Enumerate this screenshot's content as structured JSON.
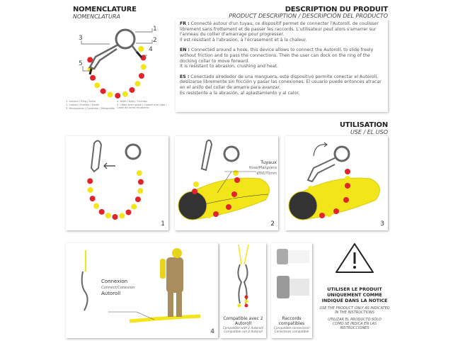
{
  "nomenclature": {
    "title": "NOMENCLATURE",
    "subtitle": "NOMENCLATURA",
    "callouts": [
      "1",
      "2",
      "3",
      "4",
      "5"
    ],
    "legend": [
      "1. Anneau / Ring / Anillo",
      "2. Cosses / thimble / Dedal",
      "3. Mousqueton / Carabiner / Mosquetón",
      "4. Billes / balls / Cuentas",
      "5. Câble acier galvé / Coated wire rope / Cable de acero recubierto"
    ]
  },
  "description": {
    "title": "DESCRIPTION DU PRODUIT",
    "subtitle": "PRODUCT DESCRIPTION / DESCRIPCIÓN DEL PRODUCTO",
    "fr_label": "FR :",
    "fr_text": "Connecté autour d'un tuyau, ce dispositif permet de connecter l'Autoroll, de coulisser librement sans frottement et de passer les raccords. L'utilisateur peut alors s'amarrer sur l'anneau du collier d'amarrage pour progresser.",
    "fr_text2": "Il est résistant à l'abrasion, à l'écrasement et à la chaleur.",
    "en_label": "EN :",
    "en_text": "Connected around a hose, this device allows to connect the Autoroll, to slide freely without friction and to pass the connections. Then the user can dock on the ring of the docking collar to move forward.",
    "en_text2": "It is resistant to abrasion, crushing and heat.",
    "es_label": "ES :",
    "es_text": "Conectado alrededor de una manguera, este dispositivo permite conectar el Autoroll, deslizarse libremente sin fricción y pasar las conexiones. El usuario puede entonces atracar en el anillo del collar de amarre para avanzar.",
    "es_text2": "Es resistente a la abrasión, al aplastamiento y al calor."
  },
  "utilisation": {
    "title": "UTILISATION",
    "subtitle": "USE / EL USO",
    "steps": [
      "1",
      "2",
      "3",
      "4"
    ],
    "hose_label": "Tuyaux",
    "hose_sub": "Hose/Manguera",
    "hose_size": "Ø50/70mm",
    "connexion_label": "Connexion",
    "connexion_sub": "Connect/Conexión",
    "autoroll_label": "Autoroll"
  },
  "compat": {
    "title": "Compatible avec 2 Autoroll",
    "sub1": "Compatible with 2 Autoroll/",
    "sub2": "Compatible con 2 Autoroll"
  },
  "raccords": {
    "title": "Raccords compatibles",
    "sub1": "Compatible connectors/",
    "sub2": "Conectores compatible"
  },
  "warning": {
    "fr": "UTILISER LE PRODUIT UNIQUEMENT COMME INDIQUÉ DANS LA NOTICE",
    "en": "USE THE PRODUCT ONLY AS INDICATED IN THE INSTRUCTIONS",
    "es": "UTILIZAR EL PRODUCTO SÓLO COMO SE INDICA EN LAS INSTRUCCIONES"
  },
  "colors": {
    "yellow": "#f2e51a",
    "red": "#e3232a",
    "grey": "#555555"
  }
}
